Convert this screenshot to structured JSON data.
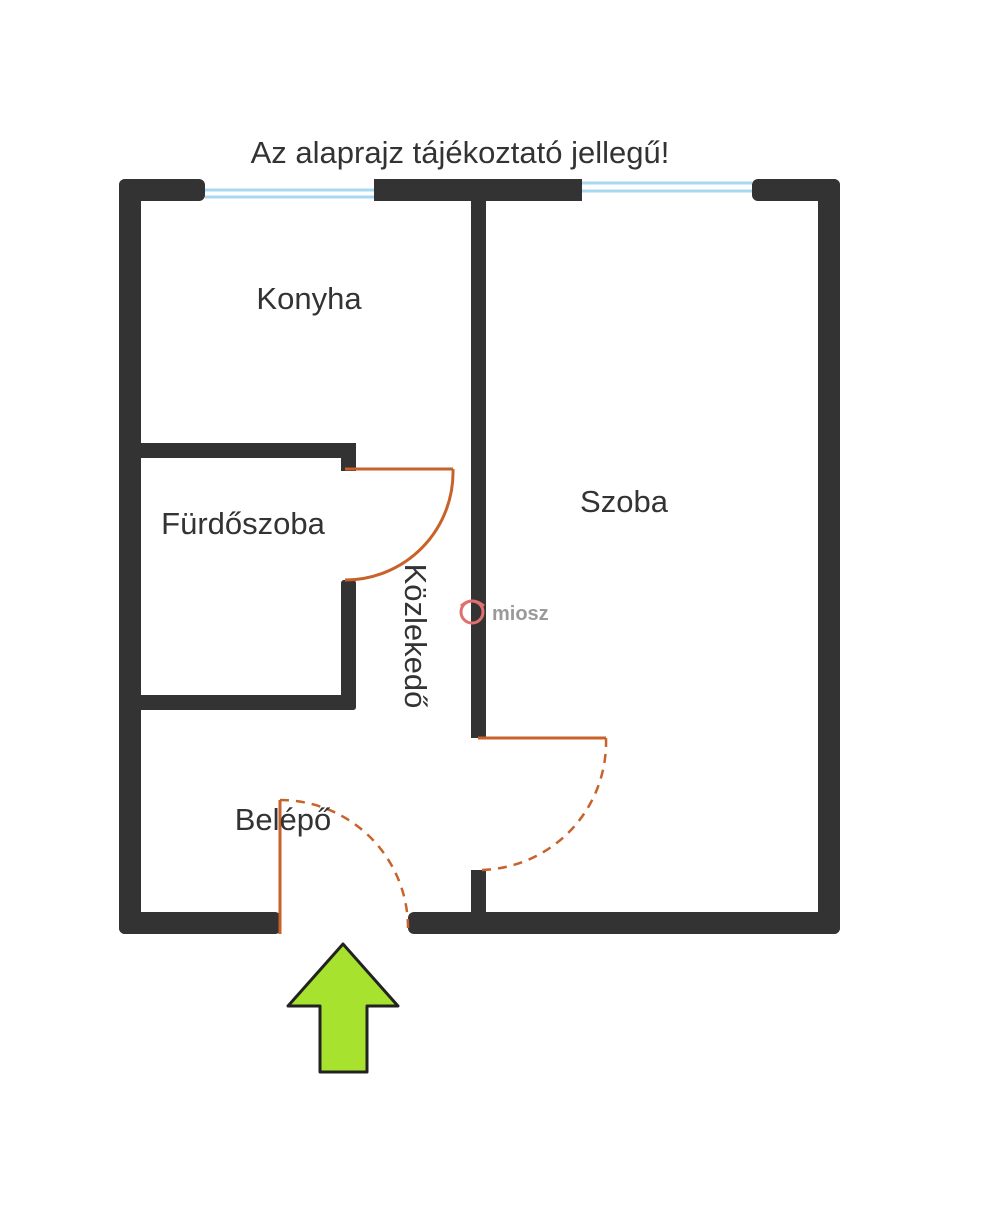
{
  "title": "Az alaprajz tájékoztató jellegű!",
  "rooms": {
    "kitchen": "Konyha",
    "room": "Szoba",
    "bathroom": "Fürdőszoba",
    "corridor": "Közlekedő",
    "entrance": "Belépő"
  },
  "watermark": "miosz",
  "colors": {
    "wall": "#333333",
    "window": "#a8d8ef",
    "door": "#c8622a",
    "arrow_fill": "#a6e22e",
    "arrow_stroke": "#222222"
  }
}
